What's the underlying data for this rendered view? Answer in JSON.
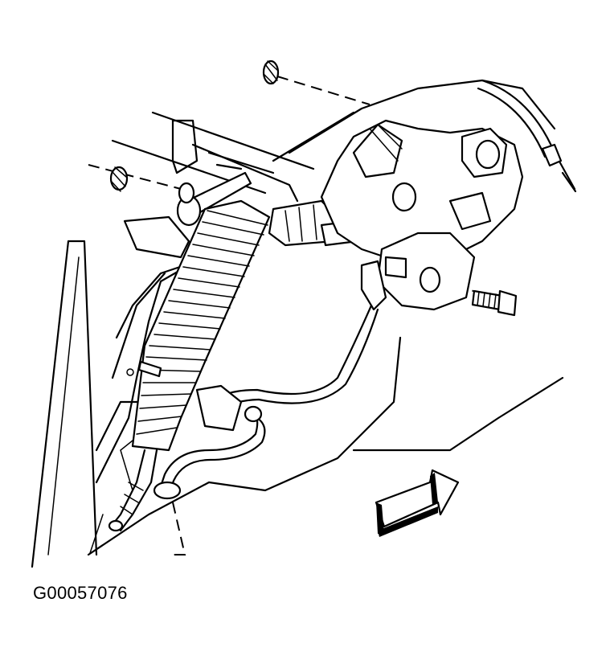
{
  "figure": {
    "id_label": "G00057076"
  },
  "parts": [
    {
      "key": "fastener-clip-upper",
      "icon": "retainer-clip-icon"
    },
    {
      "key": "fastener-clip-left",
      "icon": "retainer-clip-icon"
    },
    {
      "key": "mounting-bolt",
      "icon": "bolt-icon"
    },
    {
      "key": "stud-bolt",
      "icon": "stud-icon"
    },
    {
      "key": "shift-cable",
      "icon": "cable-icon"
    },
    {
      "key": "corrugated-conduit",
      "icon": "conduit-icon"
    },
    {
      "key": "electrical-connector",
      "icon": "connector-icon"
    },
    {
      "key": "transmission-range-switch",
      "icon": "switch-icon"
    },
    {
      "key": "direction-arrow",
      "icon": "front-arrow-icon"
    }
  ]
}
